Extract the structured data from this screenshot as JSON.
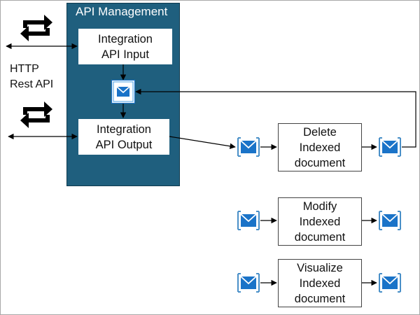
{
  "diagram": {
    "apim_title": "API Management",
    "integration_input": [
      "Integration",
      "API Input"
    ],
    "integration_output": [
      "Integration",
      "API Output"
    ],
    "http_label": [
      "HTTP",
      "Rest API"
    ],
    "processes": [
      {
        "lines": [
          "Delete",
          "Indexed",
          "document"
        ]
      },
      {
        "lines": [
          "Modify",
          "Indexed",
          "document"
        ]
      },
      {
        "lines": [
          "Visualize",
          "Indexed",
          "document"
        ]
      }
    ]
  },
  "icons": {
    "queue": "message-queue-icon",
    "swap": "bidirectional-arrows-icon"
  },
  "colors": {
    "apim_bg": "#1f5f7e",
    "queue_blue": "#1a73c8",
    "line": "#000000"
  }
}
